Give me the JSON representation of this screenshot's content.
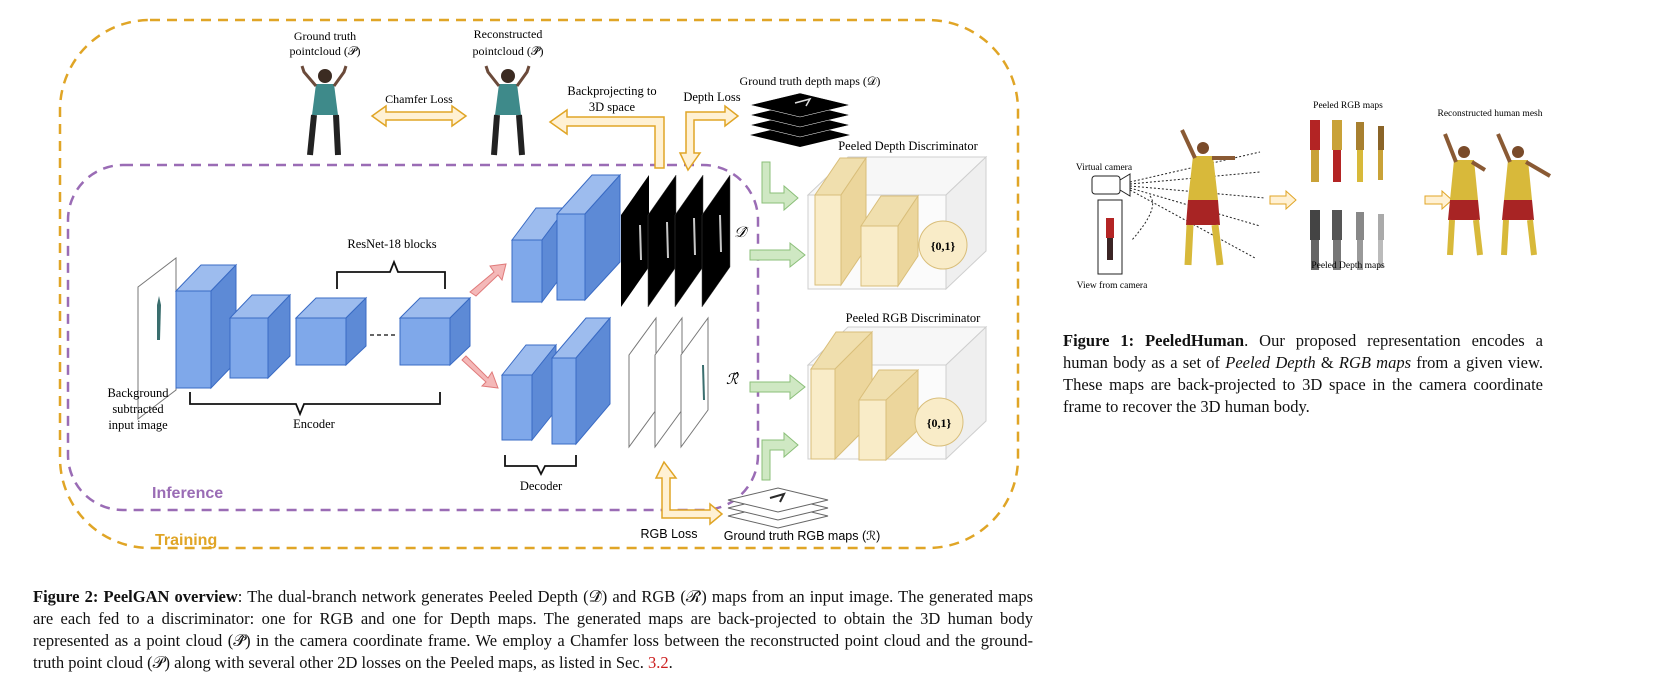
{
  "figure2": {
    "labels": {
      "gt_pointcloud": [
        "Ground truth",
        "pointcloud (𝒫)"
      ],
      "recon_pointcloud": [
        "Reconstructed",
        "pointcloud (𝒫̂)"
      ],
      "chamfer_loss": "Chamfer Loss",
      "backprojecting": [
        "Backprojecting to",
        "3D space"
      ],
      "depth_loss": "Depth Loss",
      "gt_depth_maps": "Ground truth depth maps (𝒟)",
      "peeled_depth_disc": "Peeled Depth Discriminator",
      "peeled_rgb_disc": "Peeled RGB Discriminator",
      "resnet_blocks": "ResNet-18 blocks",
      "input_image": [
        "Background",
        "subtracted",
        "input image"
      ],
      "encoder": "Encoder",
      "decoder": "Decoder",
      "inference": "Inference",
      "training": "Training",
      "rgb_loss": "RGB Loss",
      "gt_rgb_maps": "Ground truth RGB maps (ℛ)",
      "d_hat": "𝒟̂",
      "r_hat": "ℛ̂",
      "disc_output": "{0,1}"
    },
    "colors": {
      "training_border": "#e0a526",
      "inference_border": "#9a6cb5",
      "encoder_blue": "#6f9ae0",
      "encoder_blue_dark": "#3a6bc4",
      "disc_yellow": "#f6e8c2",
      "arrow_green": "#cfe8c3",
      "arrow_red": "#f4b8b8",
      "arrow_orange": "#fff1d4"
    }
  },
  "caption2": {
    "label": "Figure 2: PeelGAN overview",
    "text": ": The dual-branch network generates Peeled Depth (𝒟̂) and RGB (ℛ̂) maps from an input image. The generated maps are each fed to a discriminator: one for RGB and one for Depth maps. The generated maps are back-projected to obtain the 3D human body represented as a point cloud (𝒫̂) in the camera coordinate frame. We employ a Chamfer loss between the reconstructed point cloud and the ground-truth point cloud (𝒫) along with several other 2D losses on the Peeled maps, as listed in Sec. ",
    "ref": "3.2",
    "end": "."
  },
  "figure1": {
    "labels": {
      "virtual_camera": "Virtual camera",
      "view_from_camera": "View from camera",
      "peeled_rgb_maps": "Peeled RGB maps",
      "peeled_depth_maps": "Peeled Depth maps",
      "reconstructed_mesh": "Reconstructed human mesh"
    }
  },
  "caption1": {
    "label": "Figure 1: PeeledHuman",
    "text_a": ". Our proposed representation encodes a human body as a set of ",
    "italic_a": "Peeled Depth",
    "text_b": " & ",
    "italic_b": "RGB maps",
    "text_c": " from a given view. These maps are back-projected to 3D space in the camera coordinate frame to recover the 3D human body."
  }
}
